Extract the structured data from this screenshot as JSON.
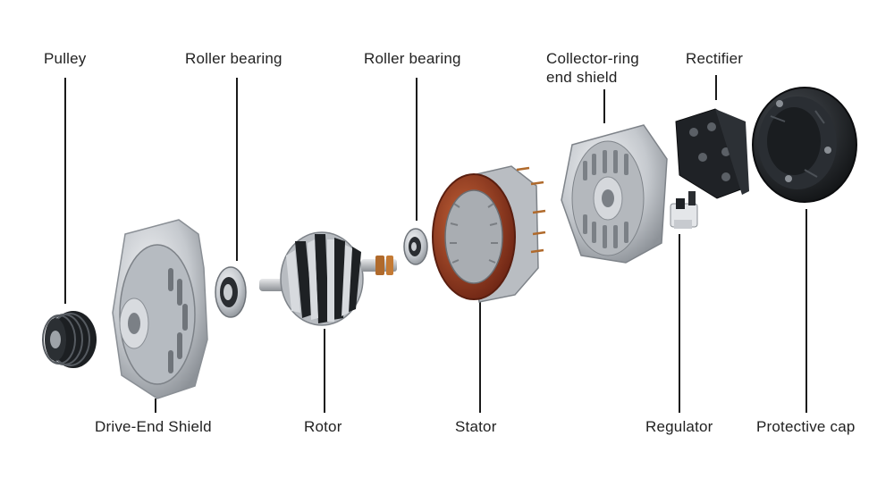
{
  "labels": {
    "pulley": "Pulley",
    "roller_bearing_left": "Roller bearing",
    "roller_bearing_right": "Roller bearing",
    "collector_ring_line1": "Collector-ring",
    "collector_ring_line2": "end shield",
    "rectifier": "Rectifier",
    "drive_end_shield": "Drive-End Shield",
    "rotor": "Rotor",
    "stator": "Stator",
    "regulator": "Regulator",
    "protective_cap": "Protective cap"
  },
  "colors": {
    "leader_line": "#1a1a1a",
    "label_text": "#222222",
    "aluminum": "#c9ccd0",
    "copper": "#9c3b22",
    "black_plastic": "#1e2124"
  }
}
